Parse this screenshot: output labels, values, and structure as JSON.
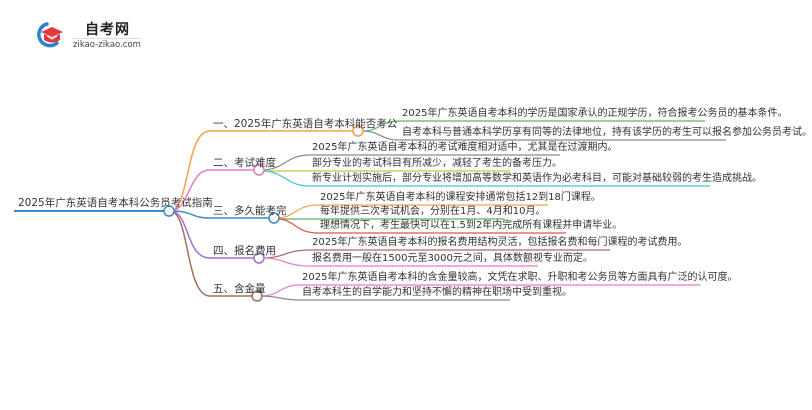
{
  "logo": {
    "title": "自考网",
    "url": "zikao-zikao.com",
    "colors": {
      "ring": "#2a7fd4",
      "cap": "#e03a3a"
    }
  },
  "root": {
    "label": "2025年广东英语自考本科公务员考试指南",
    "color": "#3c8cc8"
  },
  "branches": [
    {
      "label": "一、2025年广东英语自考本科能否考公",
      "color": "#f5a04a",
      "children": [
        {
          "text": "2025年广东英语自考本科的学历是国家承认的正规学历，符合报考公务员的基本条件。",
          "color": "#5cb85c"
        },
        {
          "text": "自考本科与普通本科学历享有同等的法律地位，持有该学历的考生可以报名参加公务员考试。",
          "color": "#8a8a8a"
        }
      ]
    },
    {
      "label": "二、考试难度",
      "color": "#e87ac8",
      "children": [
        {
          "text": "2025年广东英语自考本科的考试难度相对适中，尤其是在过渡期内。",
          "color": "#8a8a8a"
        },
        {
          "text": "部分专业的考试科目有所减少，减轻了考生的备考压力。",
          "color": "#c8c83c"
        },
        {
          "text": "新专业计划实施后，部分专业将增加高等数学和英语作为必考科目，可能对基础较弱的考生造成挑战。",
          "color": "#3cc8d8"
        }
      ]
    },
    {
      "label": "三、多久能考完",
      "color": "#3c8cc8",
      "children": [
        {
          "text": "2025年广东英语自考本科的课程安排通常包括12到18门课程。",
          "color": "#f5a04a"
        },
        {
          "text": "每年提供三次考试机会，分别在1月、4月和10月。",
          "color": "#5cb85c"
        },
        {
          "text": "理想情况下，考生最快可以在1.5到2年内完成所有课程并申请毕业。",
          "color": "#e05050"
        }
      ]
    },
    {
      "label": "四、报名费用",
      "color": "#a070d0",
      "children": [
        {
          "text": "2025年广东英语自考本科的报名费用结构灵活，包括报名费和每门课程的考试费用。",
          "color": "#a07060"
        },
        {
          "text": "报名费用一般在1500元至3000元之间，具体数额视专业而定。",
          "color": "#e87ac8"
        }
      ]
    },
    {
      "label": "五、含金量",
      "color": "#a07060",
      "children": [
        {
          "text": "2025年广东英语自考本科的含金量较高，文凭在求职、升职和考公务员等方面具有广泛的认可度。",
          "color": "#e87ac8"
        },
        {
          "text": "自考本科生的自学能力和坚持不懈的精神在职场中受到重视。",
          "color": "#8a8a8a"
        }
      ]
    }
  ]
}
